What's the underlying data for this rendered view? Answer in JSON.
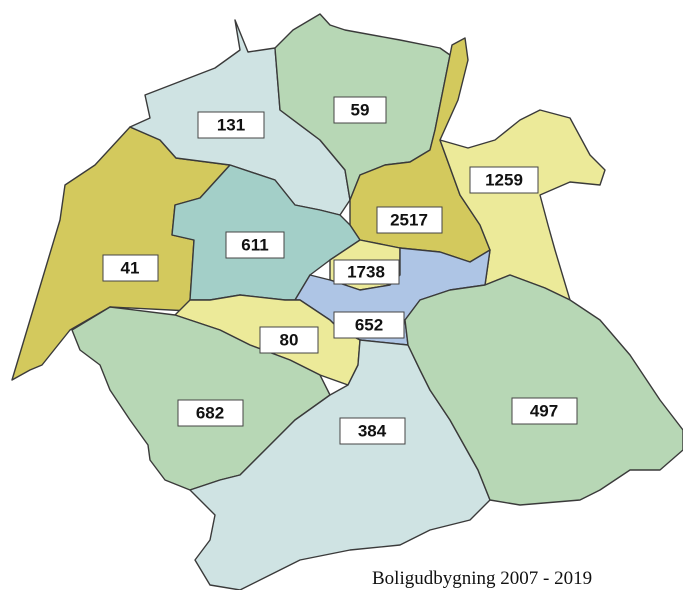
{
  "caption": "Boligudbygning 2007 - 2019",
  "colors": {
    "light_blue": "#cfe3e3",
    "green": "#b7d7b5",
    "olive": "#d3c95d",
    "pale_yellow": "#ecea99",
    "teal": "#a3cfc8",
    "blue": "#aec5e5"
  },
  "districts": [
    {
      "id": "nw",
      "value": "131",
      "color": "light_blue"
    },
    {
      "id": "n",
      "value": "59",
      "color": "green"
    },
    {
      "id": "w",
      "value": "41",
      "color": "olive"
    },
    {
      "id": "center_west",
      "value": "611",
      "color": "teal"
    },
    {
      "id": "center_north",
      "value": "2517",
      "color": "olive"
    },
    {
      "id": "ne",
      "value": "1259",
      "color": "pale_yellow"
    },
    {
      "id": "center",
      "value": "1738",
      "color": "pale_yellow"
    },
    {
      "id": "center_south",
      "value": "652",
      "color": "blue"
    },
    {
      "id": "south_center",
      "value": "80",
      "color": "pale_yellow"
    },
    {
      "id": "sw",
      "value": "682",
      "color": "green"
    },
    {
      "id": "s",
      "value": "384",
      "color": "light_blue"
    },
    {
      "id": "se",
      "value": "497",
      "color": "green"
    }
  ]
}
